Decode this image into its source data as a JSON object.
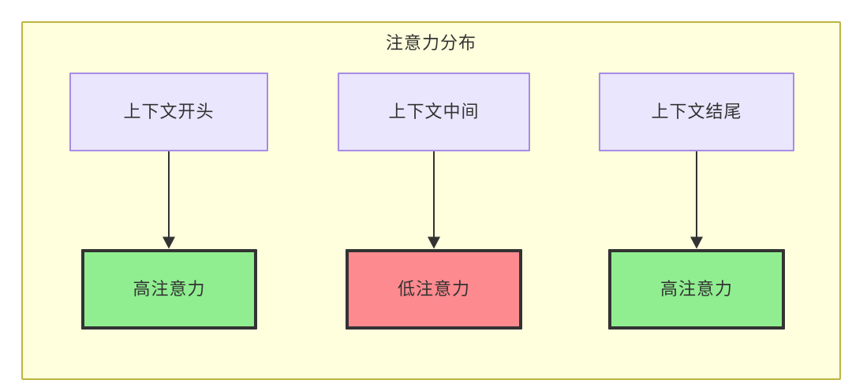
{
  "diagram": {
    "title": "注意力分布",
    "colors": {
      "container_fill": "#ffffdd",
      "container_border": "#bcb540",
      "source_fill": "#eae6fd",
      "source_border": "#a78be6",
      "high_fill": "#90ee90",
      "low_fill": "#fd8a8f",
      "node_border": "#333333",
      "edge": "#333333",
      "text": "#333333"
    },
    "columns": [
      {
        "source_label": "上下文开头",
        "target_label": "高注意力",
        "target_kind": "high"
      },
      {
        "source_label": "上下文中间",
        "target_label": "低注意力",
        "target_kind": "low"
      },
      {
        "source_label": "上下文结尾",
        "target_label": "高注意力",
        "target_kind": "high"
      }
    ]
  }
}
